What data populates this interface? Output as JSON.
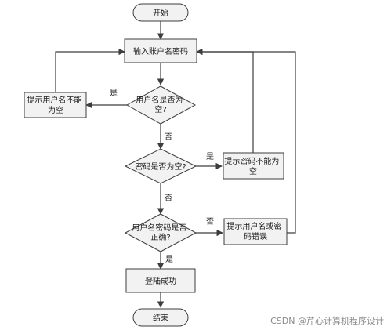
{
  "flowchart": {
    "start": "开始",
    "input": "输入账户名密码",
    "check_username": [
      "用户名是否为",
      "空?"
    ],
    "prompt_username_empty": [
      "提示用户名不能",
      "为空"
    ],
    "check_password": "密码是否为空?",
    "prompt_password_empty": [
      "提示密码不能为",
      "空"
    ],
    "check_credentials": [
      "用户名密码是否",
      "正确?"
    ],
    "prompt_wrong": [
      "提示用户名或密",
      "码错误"
    ],
    "login_success": "登陆成功",
    "end": "结束",
    "edge_labels": {
      "yes_1": "是",
      "no_1": "否",
      "yes_2": "是",
      "no_2": "否",
      "no_3": "否",
      "yes_3": "是"
    }
  },
  "watermark": "CSDN @芹心计算机程序设计"
}
